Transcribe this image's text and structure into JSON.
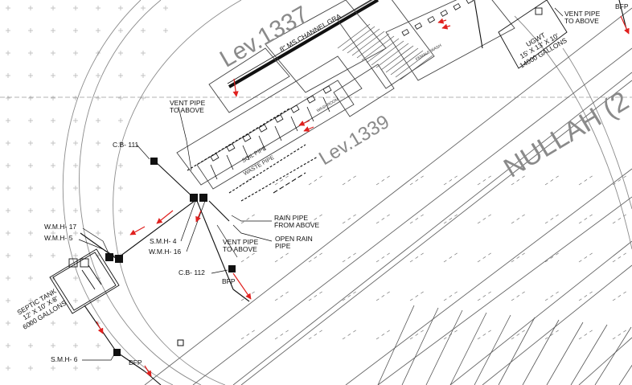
{
  "levels": {
    "lev_1337": "Lev.1337",
    "lev_1339": "Lev.1339"
  },
  "nullah": "NULLAH (2",
  "channel_grating": "8\" MS CHANNEL GRA",
  "ugwt": {
    "line1": "UGWT",
    "line2": "15' X 13' X 10'",
    "line3": "14000 GALLONS"
  },
  "septic_tank": {
    "line1": "SEPTIC TANK",
    "line2": "12' X 10' X 8'",
    "line3": "6000 GALLONS"
  },
  "labels": {
    "vent_pipe_top_right_1": "VENT PIPE",
    "vent_pipe_top_right_2": "TO ABOVE",
    "bfp_top_right": "BFP",
    "vent_pipe_left_1": "VENT PIPE",
    "vent_pipe_left_2": "TO ABOVE",
    "cb_111": "C.B- 111",
    "rain_pipe_1": "RAIN PIPE",
    "rain_pipe_2": "FROM ABOVE",
    "open_rain_1": "OPEN RAIN",
    "open_rain_2": "PIPE",
    "vent_pipe_bottom_1": "VENT PIPE",
    "vent_pipe_bottom_2": "TO ABOVE",
    "smh_4": "S.M.H- 4",
    "wmh_16": "W.M.H- 16",
    "wmh_17": "W.M.H- 17",
    "wmh_5": "W.M.H- 5",
    "cb_112": "C.B- 112",
    "bfp_middle": "BFP",
    "smh_6": "S.M.H- 6",
    "bfp_bottom": "BFP",
    "soil_pipe": "SOIL PIPE",
    "waste_pipe": "WASTE PIPE",
    "female_wash": "FEMALE WASH",
    "washroom": "WASHROOM"
  },
  "colors": {
    "arrow": "#e0201e",
    "line": "#111111",
    "faint": "#9a9a9a",
    "grid_cross": "#b8b8b8"
  }
}
